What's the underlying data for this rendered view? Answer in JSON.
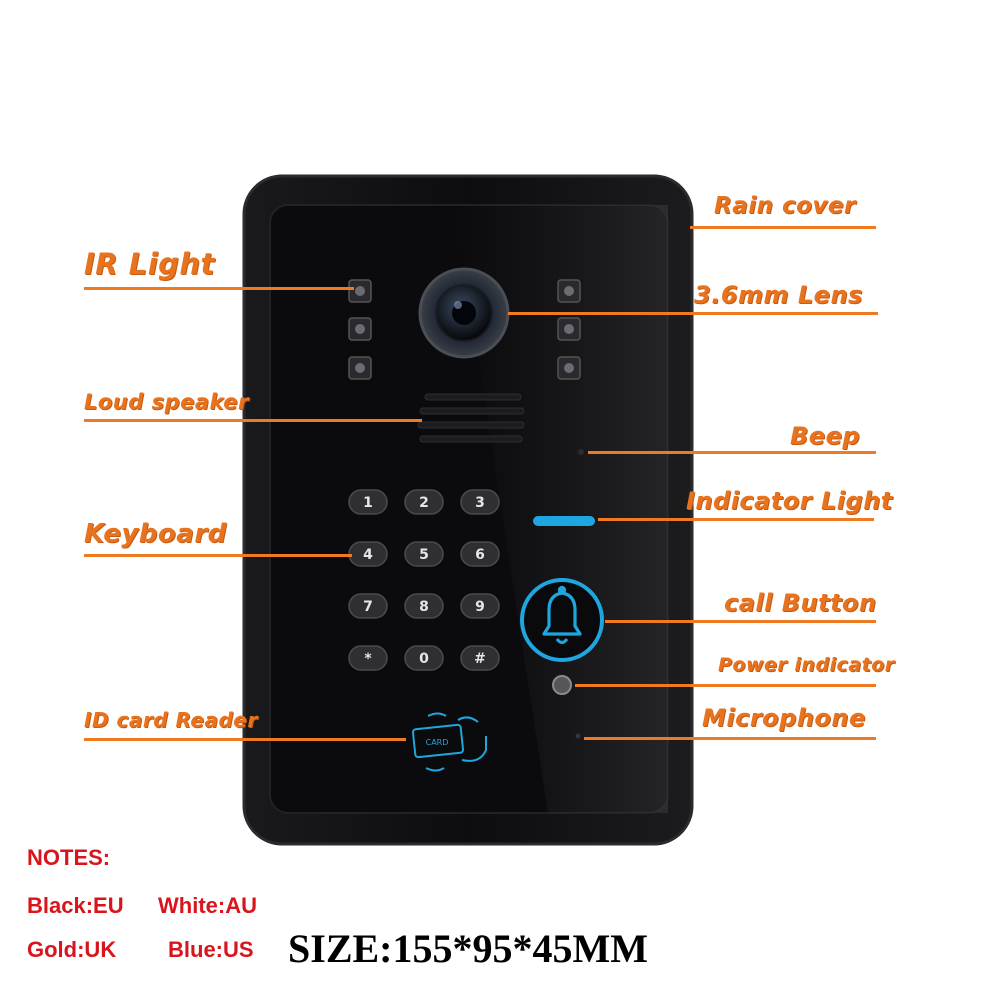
{
  "labels": {
    "ir_light": "IR Light",
    "loud_speaker": "Loud speaker",
    "keyboard": "Keyboard",
    "id_card_reader": "ID card Reader",
    "rain_cover": "Rain cover",
    "lens": "3.6mm Lens",
    "beep": "Beep",
    "indicator_light": "Indicator Light",
    "call_button": "call Button",
    "power_indicator": "Power indicator",
    "microphone": "Microphone"
  },
  "keypad": {
    "keys": [
      "1",
      "2",
      "3",
      "4",
      "5",
      "6",
      "7",
      "8",
      "9",
      "*",
      "0",
      "#"
    ]
  },
  "card_text": "CARD",
  "notes": {
    "heading": "NOTES:",
    "black": "Black:EU",
    "white": "White:AU",
    "gold": "Gold:UK",
    "blue": "Blue:US"
  },
  "size": "SIZE:155*95*45MM",
  "colors": {
    "label_orange": "#e8731f",
    "note_red": "#d8151c",
    "panel_black": "#0c0c0e",
    "accent_blue": "#1fa6e0"
  }
}
